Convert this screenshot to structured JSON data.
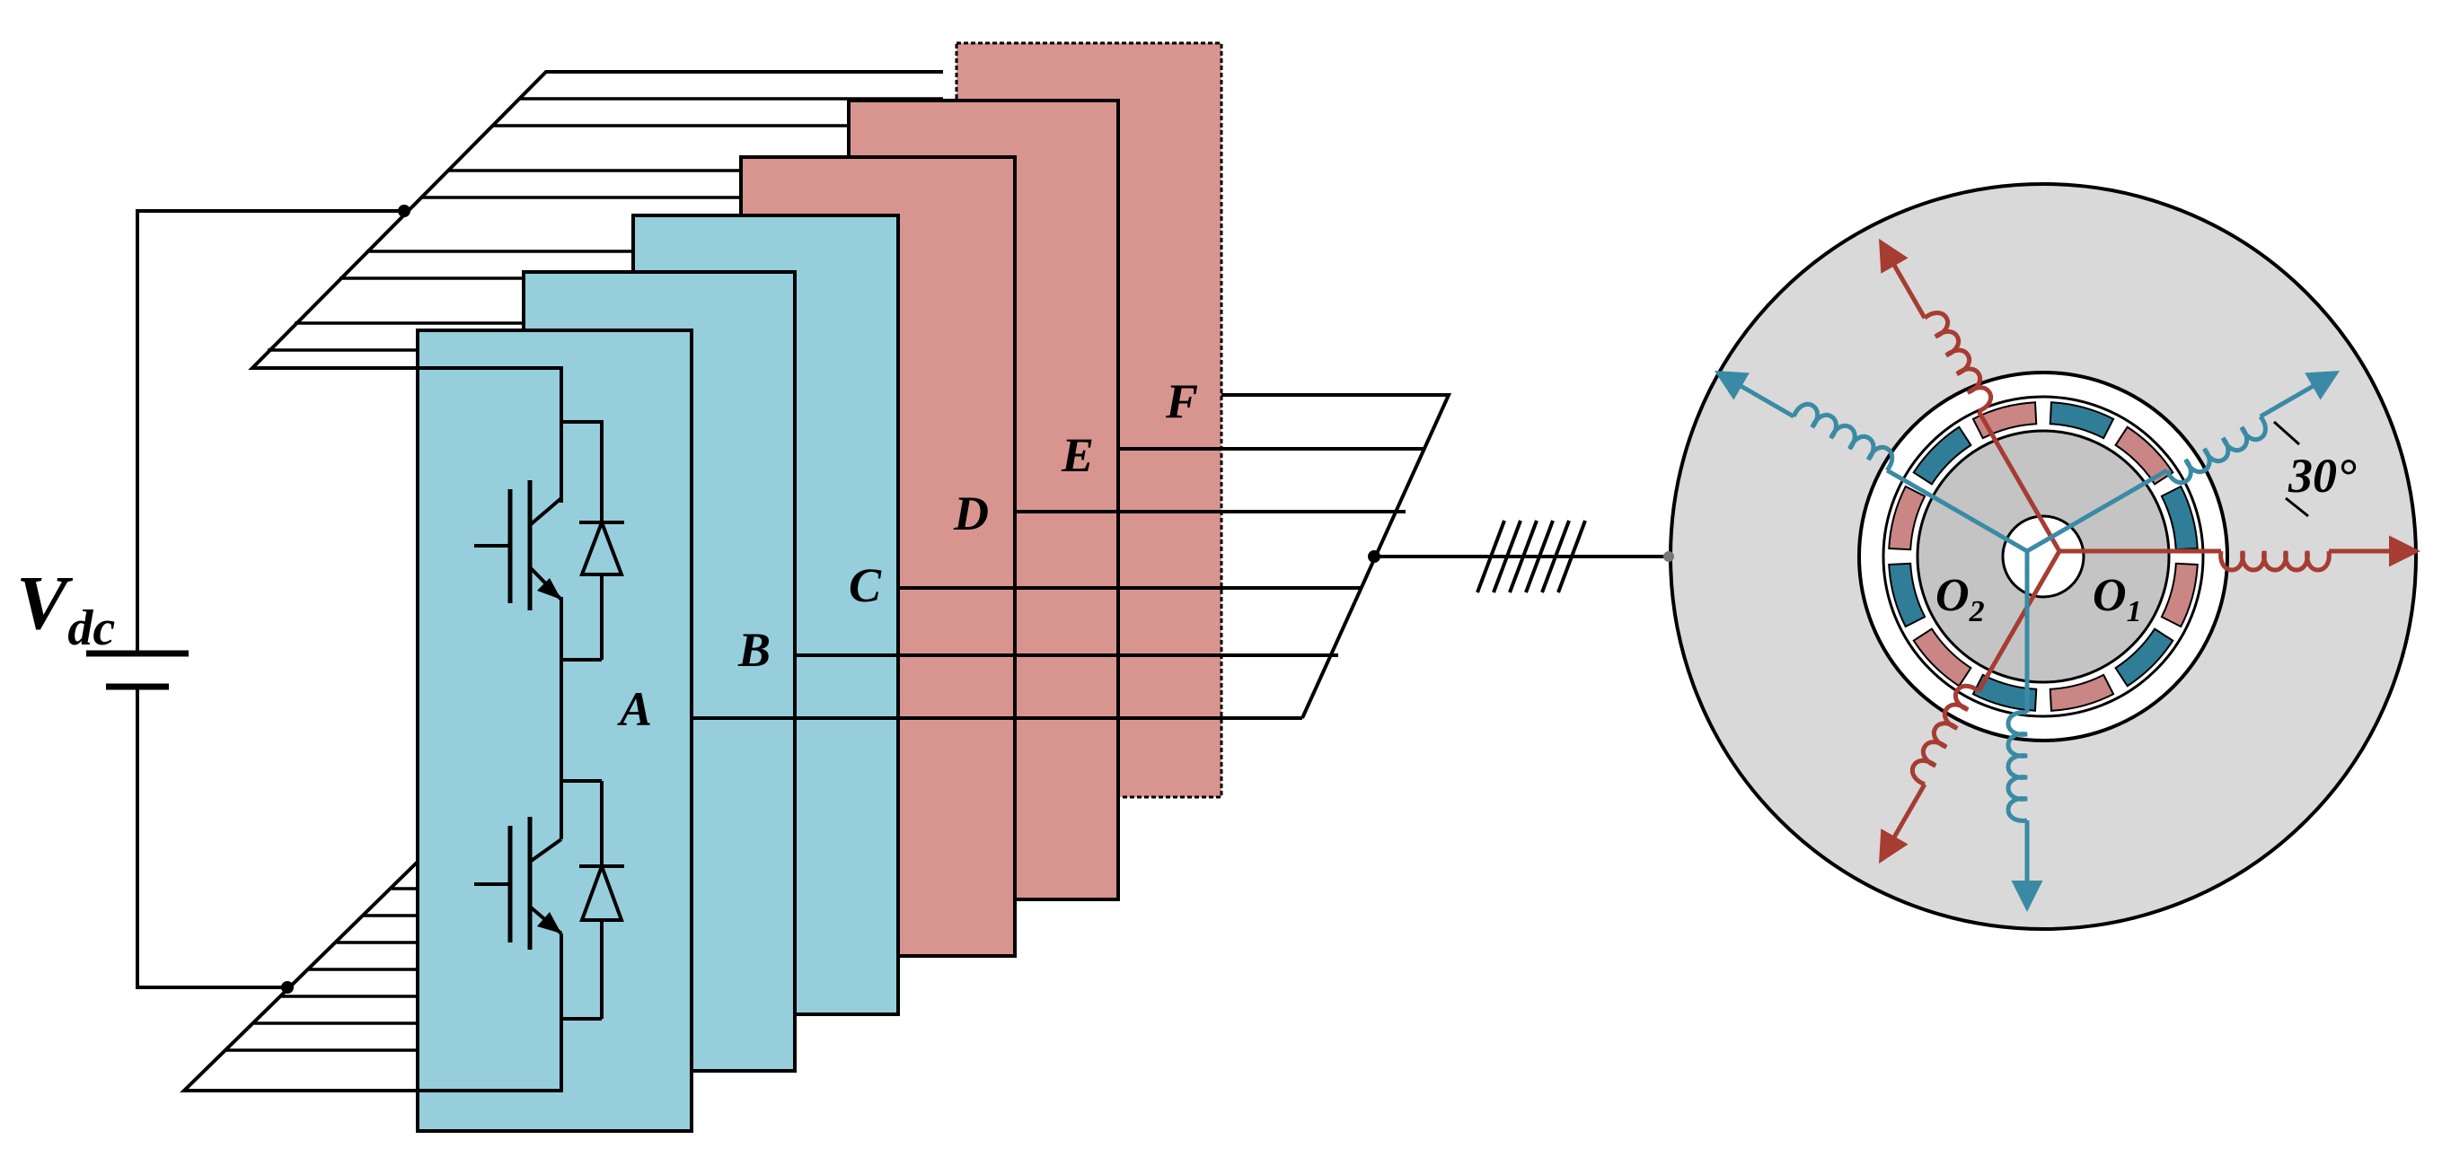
{
  "labels": {
    "vdc_main": "V",
    "vdc_sub": "dc",
    "phase_a": "A",
    "phase_b": "B",
    "phase_c": "C",
    "phase_d": "D",
    "phase_e": "E",
    "phase_f": "F",
    "o1_main": "O",
    "o1_sub": "1",
    "o2_main": "O",
    "o2_sub": "2",
    "angle": "30°"
  },
  "colors": {
    "blue_panel": "#96cedc",
    "red_panel": "#d8958f",
    "machine_body": "#d9d9d9",
    "rotor": "#c4c4c4",
    "blue_winding": "#3b8aa5",
    "red_winding": "#a63c32",
    "blue_slot": "#2f7d96",
    "red_slot": "#c98684",
    "wire": "#000000"
  },
  "icons": [
    "battery-icon",
    "igbt-icon",
    "diode-icon",
    "inductor-icon"
  ]
}
